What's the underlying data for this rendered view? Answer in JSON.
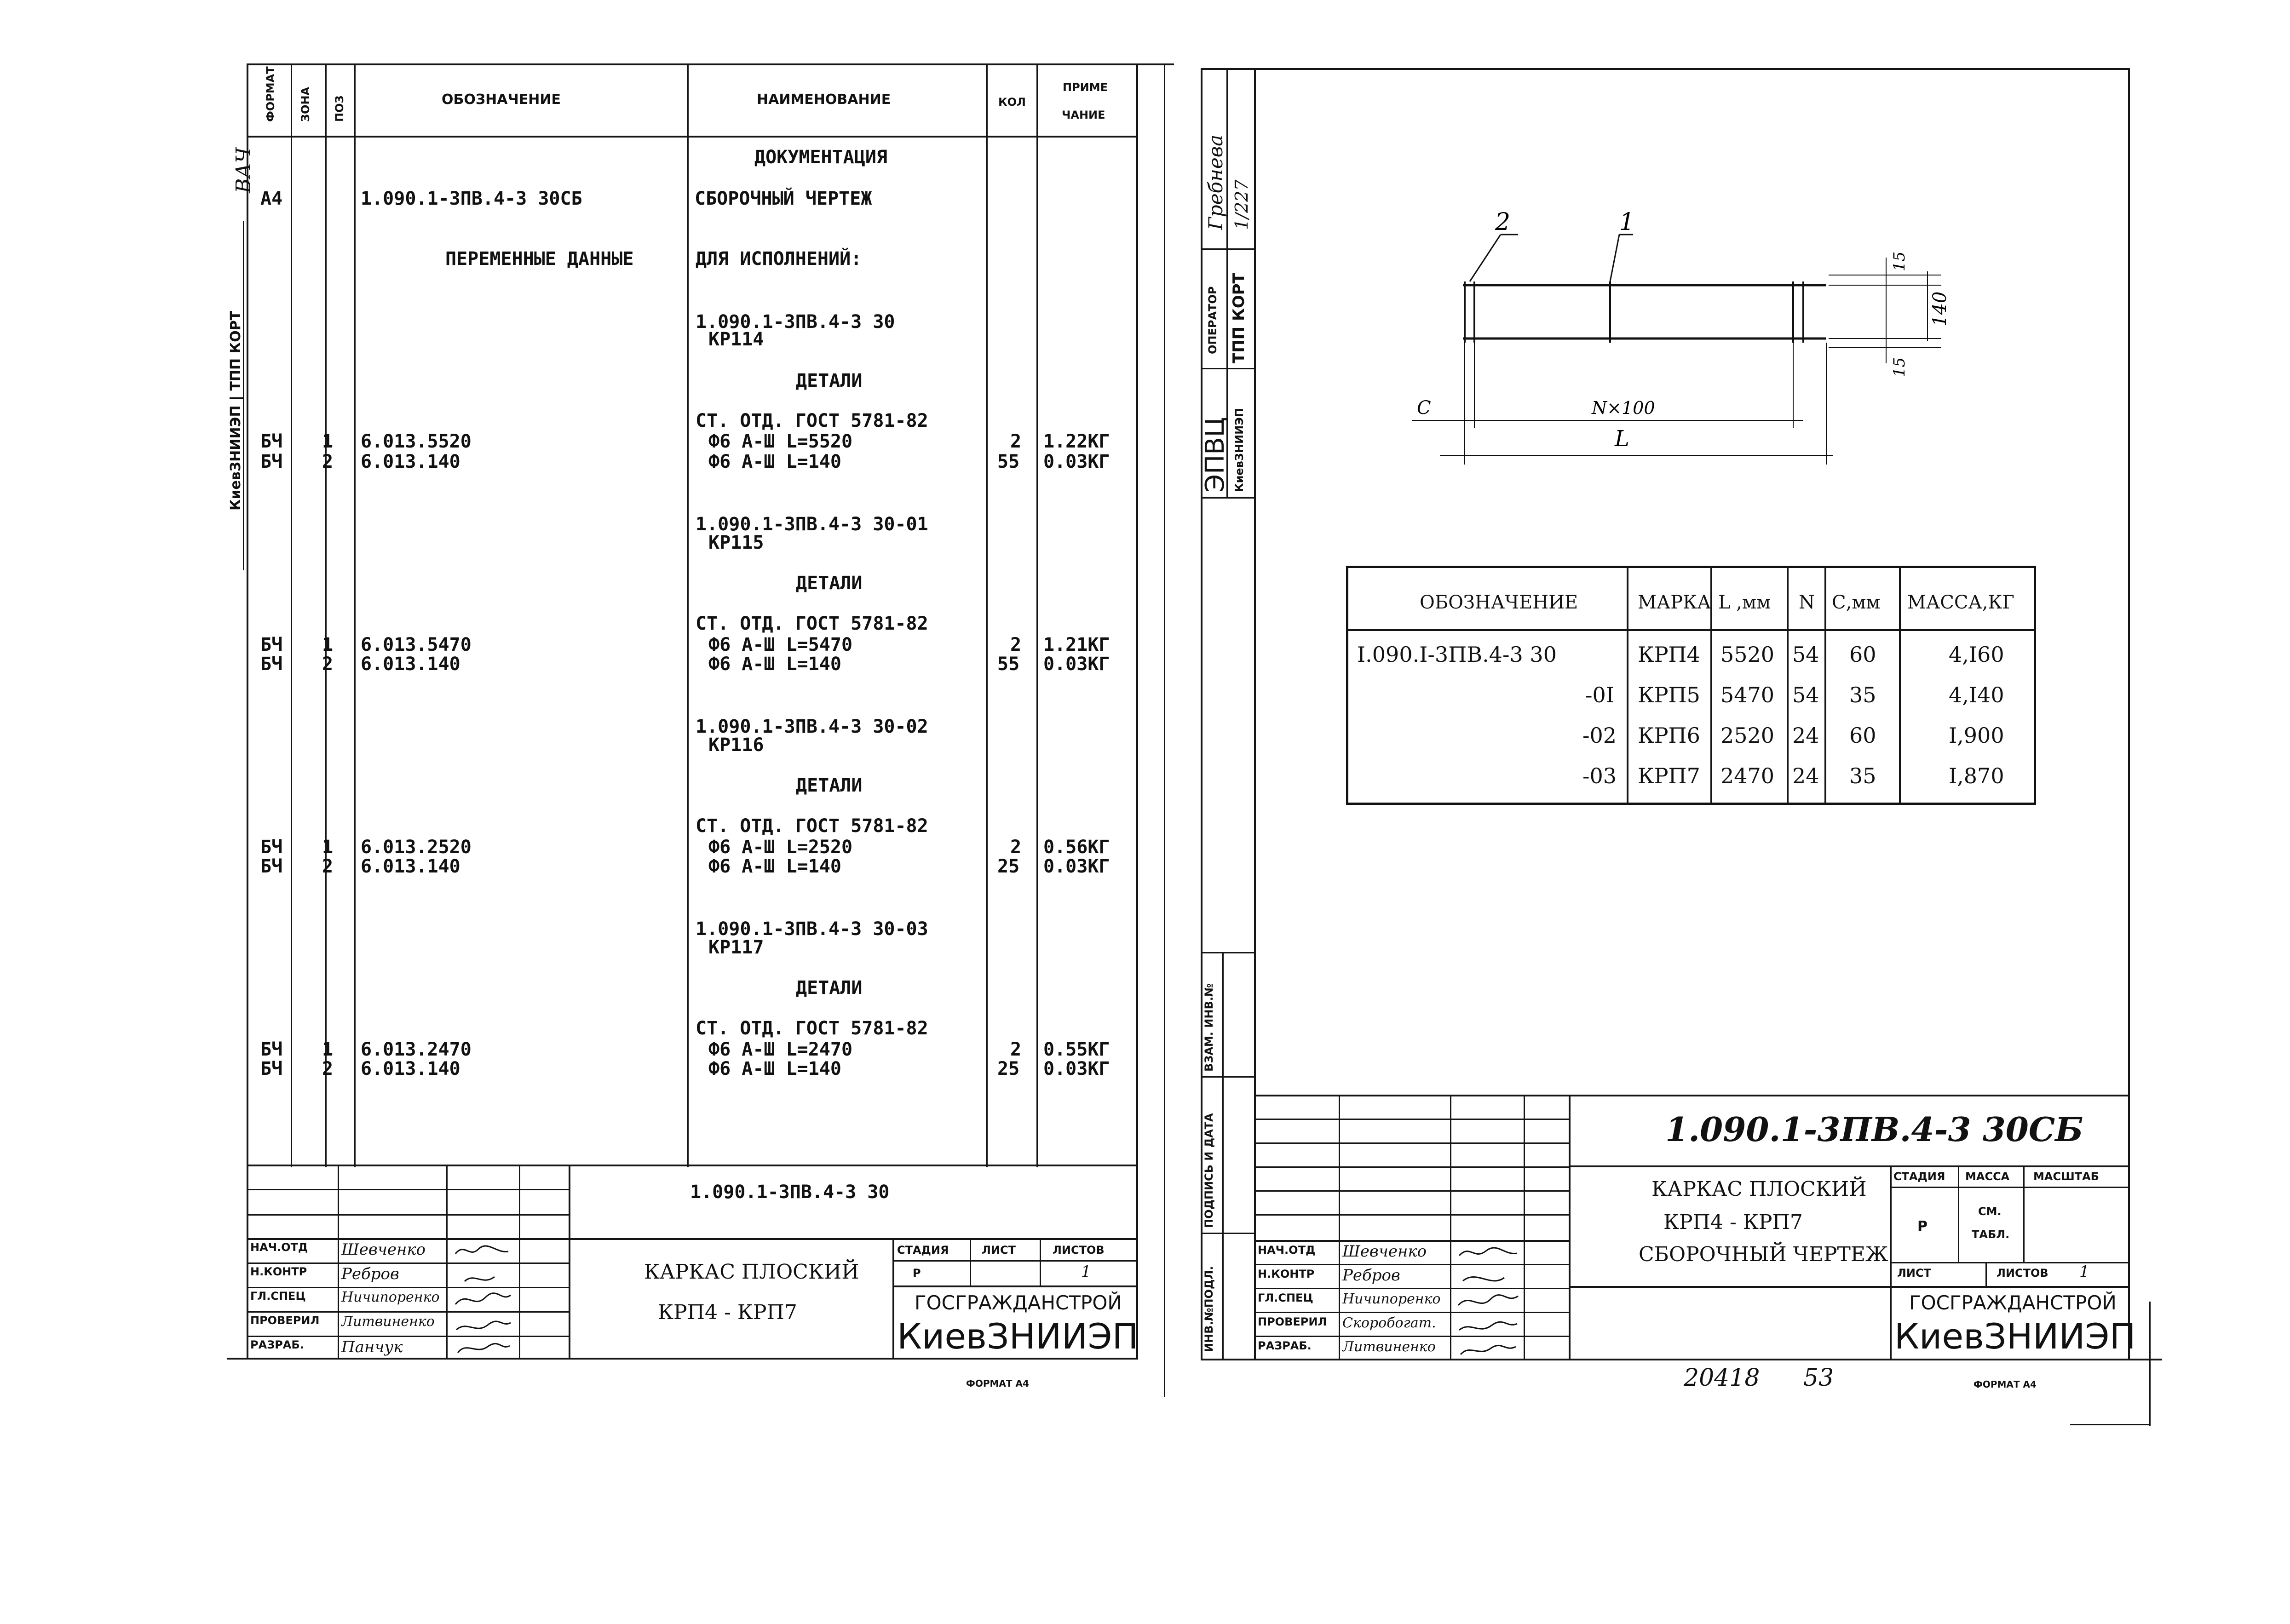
{
  "sheet1": {
    "columns": {
      "format": "ФОРМАТ",
      "zone": "ЗОНА",
      "pos": "ПОЗ",
      "designation": "ОБОЗНАЧЕНИЕ",
      "name": "НАИМЕНОВАНИЕ",
      "qty": "КОЛ",
      "note_1": "ПРИМЕ",
      "note_2": "ЧАНИЕ"
    },
    "side_stamp": "КиевЗНИИЭП | ТПП КОРТ",
    "side_sign": "ВАЧ",
    "rows": {
      "r1_name": "ДОКУМЕНТАЦИЯ",
      "r2_format": "А4",
      "r2_designation": "1.090.1-3ПВ.4-3 30СБ",
      "r2_name": "СБОРОЧНЫЙ ЧЕРТЕЖ",
      "r3_designation": "ПЕРЕМЕННЫЕ ДАННЫЕ",
      "r3_name": "ДЛЯ ИСПОЛНЕНИЙ:",
      "v1_code": "1.090.1-3ПВ.4-3 30",
      "v1_mark": "КР114",
      "v2_code": "1.090.1-3ПВ.4-3 30-01",
      "v2_mark": "КР115",
      "v3_code": "1.090.1-3ПВ.4-3 30-02",
      "v3_mark": "КР116",
      "v4_code": "1.090.1-3ПВ.4-3 30-03",
      "v4_mark": "КР117",
      "details": "ДЕТАЛИ",
      "gost": "СТ. ОТД. ГОСТ 5781-82",
      "fmt": "БЧ",
      "zone1": "1",
      "zone2": "2",
      "v1_d1": "6.013.5520",
      "v1_d2": "6.013.140",
      "v1_n1": "Ф6 А-Ш L=5520",
      "v1_n2": "Ф6 А-Ш L=140",
      "v1_q1": "2",
      "v1_q2": "55",
      "v1_m1": "1.22КГ",
      "v1_m2": "0.03КГ",
      "v2_d1": "6.013.5470",
      "v2_d2": "6.013.140",
      "v2_n1": "Ф6 А-Ш L=5470",
      "v2_n2": "Ф6 А-Ш L=140",
      "v2_q1": "2",
      "v2_q2": "55",
      "v2_m1": "1.21КГ",
      "v2_m2": "0.03КГ",
      "v3_d1": "6.013.2520",
      "v3_d2": "6.013.140",
      "v3_n1": "Ф6 А-Ш L=2520",
      "v3_n2": "Ф6 А-Ш L=140",
      "v3_q1": "2",
      "v3_q2": "25",
      "v3_m1": "0.56КГ",
      "v3_m2": "0.03КГ",
      "v4_d1": "6.013.2470",
      "v4_d2": "6.013.140",
      "v4_n1": "Ф6 А-Ш L=2470",
      "v4_n2": "Ф6 А-Ш L=140",
      "v4_q1": "2",
      "v4_q2": "25",
      "v4_m1": "0.55КГ",
      "v4_m2": "0.03КГ"
    },
    "title_block": {
      "code": "1.090.1-3ПВ.4-3 30",
      "title_1": "КАРКАС ПЛОСКИЙ",
      "title_2": "КРП4 - КРП7",
      "stage": "СТАДИЯ",
      "sheet": "ЛИСТ",
      "sheets": "ЛИСТОВ",
      "stage_val": "Р",
      "sheets_val": "1",
      "org_1": "ГОСГРАЖДАНСТРОЙ",
      "org_2": "КиевЗНИИЭП",
      "roles": [
        "НАЧ.ОТД",
        "Н.КОНТР",
        "ГЛ.СПЕЦ",
        "ПРОВЕРИЛ",
        "РАЗРАБ."
      ],
      "names": [
        "Шевченко",
        "Ребров",
        "Ничипоренко",
        "Литвиненко",
        "Панчук"
      ]
    },
    "format_label": "ФОРМАТ А4"
  },
  "sheet2": {
    "side": {
      "stamp_top_1": "Гребнева",
      "stamp_top_2": "1/227",
      "operator": "ОПЕРАТОР",
      "operator_val": "ТПП КОРТ",
      "epvc": "ЭПВЦ",
      "epvc_sub": "КиевЗНИИЭП",
      "vzam": "ВЗАМ. ИНВ.№",
      "podpis": "ПОДПИСЬ И ДАТА",
      "inv": "ИНВ.№ПОДЛ."
    },
    "drawing": {
      "leader_2": "2",
      "leader_1": "1",
      "dim_15_top": "15",
      "dim_140": "140",
      "dim_15_bot": "15",
      "dim_c": "C",
      "dim_n": "N×100",
      "dim_l": "L"
    },
    "table": {
      "headers": [
        "ОБОЗНАЧЕНИЕ",
        "МАРКА",
        "L ,мм",
        "N",
        "С,мм",
        "МАССА,КГ"
      ],
      "rows": [
        [
          "I.090.I-3ПВ.4-3 30",
          "КРП4",
          "5520",
          "54",
          "60",
          "4,I60"
        ],
        [
          "-0I",
          "КРП5",
          "5470",
          "54",
          "35",
          "4,I40"
        ],
        [
          "-02",
          "КРП6",
          "2520",
          "24",
          "60",
          "I,900"
        ],
        [
          "-03",
          "КРП7",
          "2470",
          "24",
          "35",
          "I,870"
        ]
      ]
    },
    "title_block": {
      "code": "1.090.1-3ПВ.4-3 30СБ",
      "title_1": "КАРКАС ПЛОСКИЙ",
      "title_2": "КРП4 - КРП7",
      "title_3": "СБОРОЧНЫЙ ЧЕРТЕЖ",
      "stage": "СТАДИЯ",
      "mass": "МАССА",
      "scale": "МАСШТАБ",
      "stage_val": "Р",
      "mass_val_1": "СМ.",
      "mass_val_2": "ТАБЛ.",
      "sheet": "ЛИСТ",
      "sheets": "ЛИСТОВ",
      "sheets_val": "1",
      "org_1": "ГОСГРАЖДАНСТРОЙ",
      "org_2": "КиевЗНИИЭП",
      "roles": [
        "НАЧ.ОТД",
        "Н.КОНТР",
        "ГЛ.СПЕЦ",
        "ПРОВЕРИЛ",
        "РАЗРАБ."
      ],
      "names": [
        "Шевченко",
        "Ребров",
        "Ничипоренко",
        "Скоробогат.",
        "Литвиненко"
      ]
    },
    "archive_no": "20418",
    "archive_sheet": "53",
    "format_label": "ФОРМАТ А4"
  }
}
